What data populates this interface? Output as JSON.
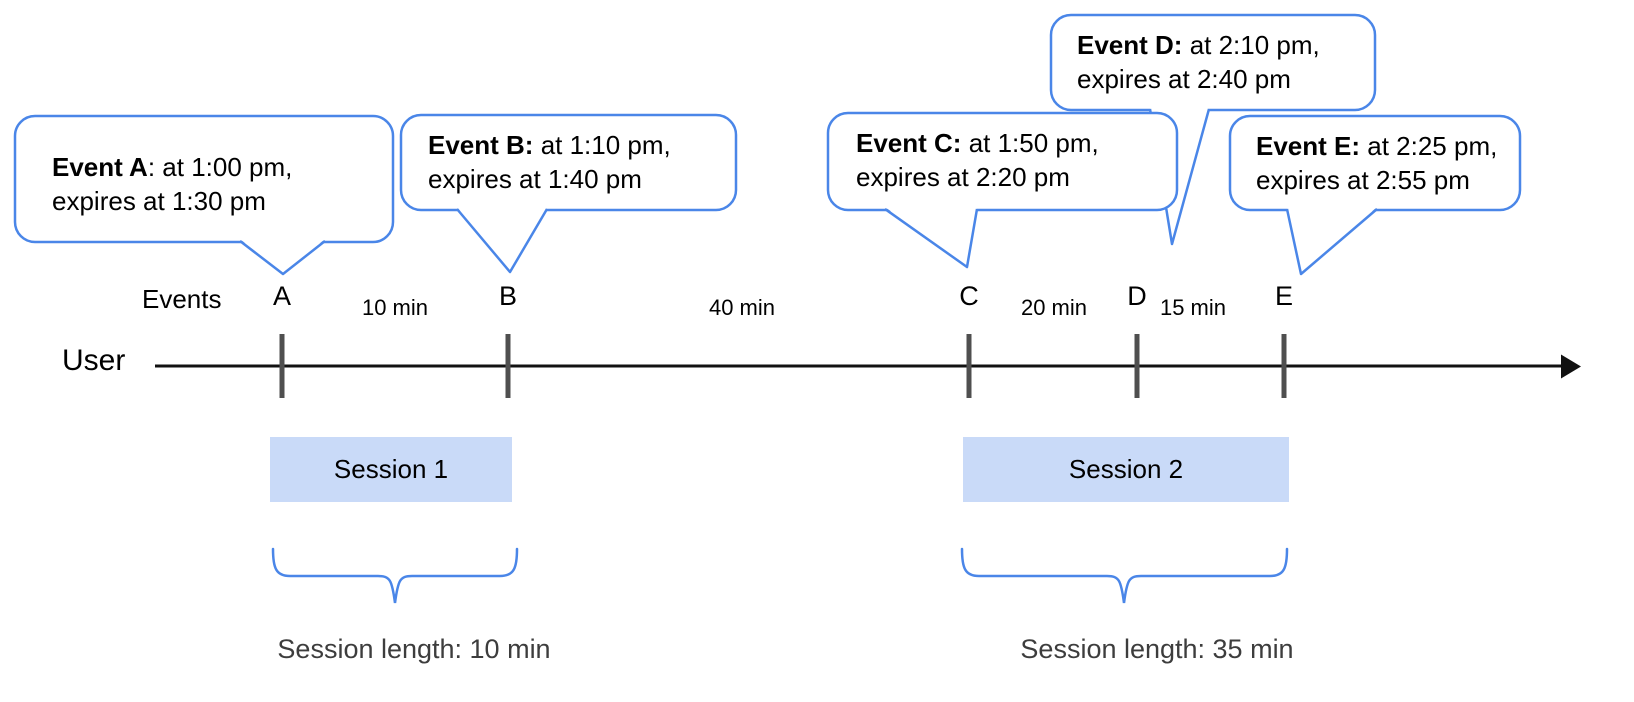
{
  "diagram": {
    "events_axis_label": "Events",
    "user_label": "User"
  },
  "events": [
    {
      "label": "A",
      "bubble": {
        "bold": "Event A",
        "rest": ": at 1:00 pm,",
        "line2": "expires at 1:30 pm"
      }
    },
    {
      "label": "B",
      "bubble": {
        "bold": "Event B:",
        "rest": " at 1:10 pm,",
        "line2": "expires at 1:40 pm"
      }
    },
    {
      "label": "C",
      "bubble": {
        "bold": "Event C:",
        "rest": " at 1:50 pm,",
        "line2": "expires at 2:20 pm"
      }
    },
    {
      "label": "D",
      "bubble": {
        "bold": "Event D:",
        "rest": " at 2:10 pm,",
        "line2": "expires at 2:40 pm"
      }
    },
    {
      "label": "E",
      "bubble": {
        "bold": "Event E:",
        "rest": " at 2:25 pm,",
        "line2": "expires at 2:55 pm"
      }
    }
  ],
  "intervals": [
    {
      "label": "10 min"
    },
    {
      "label": "40 min"
    },
    {
      "label": "20 min"
    },
    {
      "label": "15 min"
    }
  ],
  "sessions": [
    {
      "label": "Session 1",
      "length_label": "Session length: 10 min"
    },
    {
      "label": "Session 2",
      "length_label": "Session length: 35 min"
    }
  ],
  "colors": {
    "accent_blue": "#4a86e8",
    "session_fill": "#c9daf8",
    "tick_gray": "#4f4f4f",
    "timeline_black": "#111111"
  }
}
